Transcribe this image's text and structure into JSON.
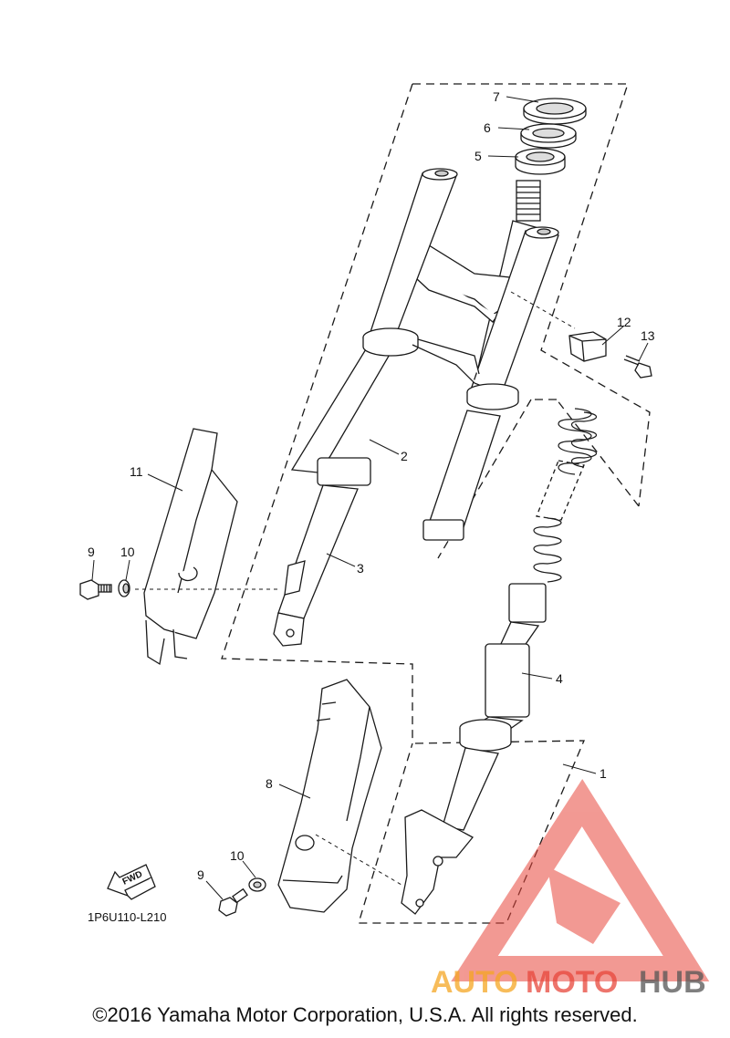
{
  "callouts": {
    "c1": "1",
    "c2": "2",
    "c3": "3",
    "c4": "4",
    "c5": "5",
    "c6": "6",
    "c7": "7",
    "c8": "8",
    "c9a": "9",
    "c9b": "9",
    "c10a": "10",
    "c10b": "10",
    "c11": "11",
    "c12": "12",
    "c13": "13"
  },
  "fwd_label": "FWD",
  "diagram_code": "1P6U110-L210",
  "watermark": {
    "part1": "AUTO",
    "part2": "MOTO",
    "part3": "HUB"
  },
  "copyright": "©2016 Yamaha Motor Corporation, U.S.A. All rights reserved.",
  "colors": {
    "line": "#1a1a1a",
    "watermark_red": "#e8473c",
    "watermark_orange": "#f5a623",
    "watermark_gray": "#555555"
  }
}
